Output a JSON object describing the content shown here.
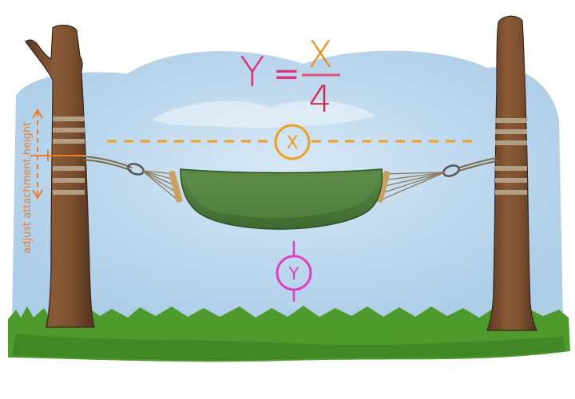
{
  "formula": {
    "lhs": "Y",
    "equals": "=",
    "numerator": "X",
    "denominator": "4"
  },
  "markers": {
    "x": "X",
    "y": "Y"
  },
  "side_label": "adjust attachment height",
  "colors": {
    "formula_y": "#e0307a",
    "formula_x": "#f08a10",
    "x_marker": "#f0a020",
    "y_marker": "#e23fbf",
    "side_label": "#f07a25",
    "hammock": "#4a7a3a",
    "trunk": "#7a5030",
    "grass": "#4e9a2c",
    "sky": "#bcd9ef"
  }
}
